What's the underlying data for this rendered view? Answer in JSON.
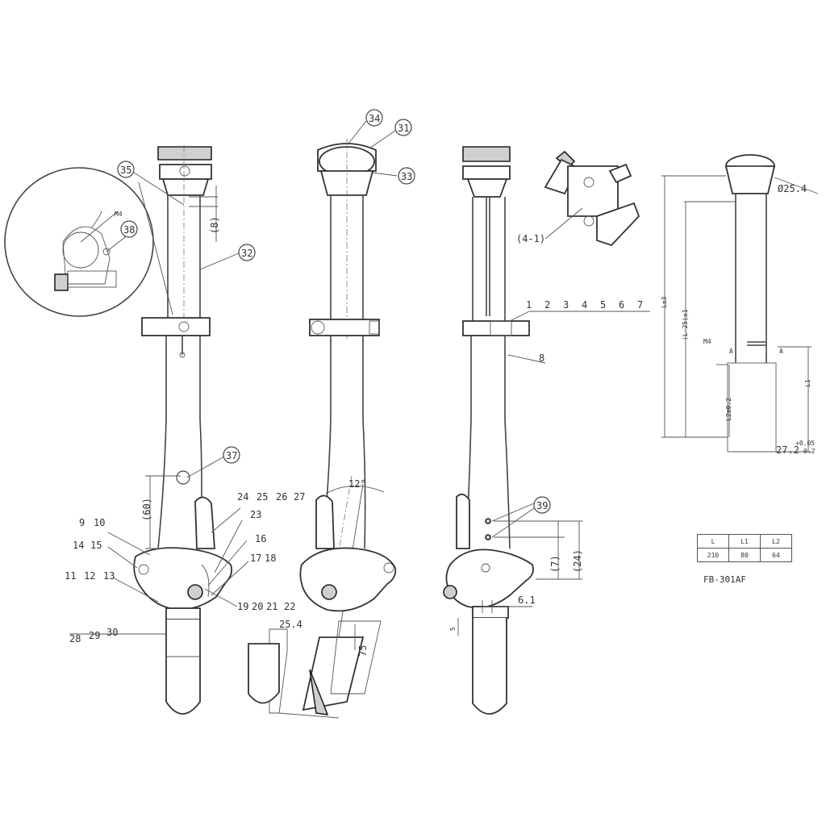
{
  "model": "FB-301AF",
  "spec_table": {
    "headers": [
      "L",
      "L1",
      "L2"
    ],
    "rows": [
      [
        "210",
        "80",
        "64"
      ]
    ]
  },
  "part_numbers": {
    "p35": "35",
    "p38": "38",
    "p32": "32",
    "p37": "37",
    "p34": "34",
    "p31": "31",
    "p33": "33",
    "group_1_7": [
      "1",
      "2",
      "3",
      "4",
      "5",
      "6",
      "7"
    ],
    "p8": "8",
    "p39": "39",
    "p9": "9",
    "p10": "10",
    "p14": "14",
    "p15": "15",
    "p11": "11",
    "p12": "12",
    "p13": "13",
    "p28": "28",
    "p29": "29",
    "p30": "30",
    "group_24_27": [
      "24",
      "25",
      "26",
      "27"
    ],
    "p23": "23",
    "p16": "16",
    "p17": "17",
    "p18": "18",
    "group_19_22": [
      "19",
      "20",
      "21",
      "22"
    ],
    "detail_4_1": "(4-1)"
  },
  "dimensions": {
    "d8": "(8)",
    "d60": "(60)",
    "m4": "M4",
    "angle": "12°",
    "d25": "25.4",
    "d75": "75",
    "d7": "(7)",
    "d24": "(24)",
    "d6_1": "6.1",
    "d5": "5",
    "dia": "Ø25.4",
    "l3": "L±3",
    "l25": "(L-25)±1",
    "l2": "L2±0.2",
    "l1": "L1",
    "d27": "27.2",
    "tol_up": "+0.05",
    "tol_dn": "0.2",
    "m4b": "M4",
    "a1": "A",
    "a2": "A"
  }
}
